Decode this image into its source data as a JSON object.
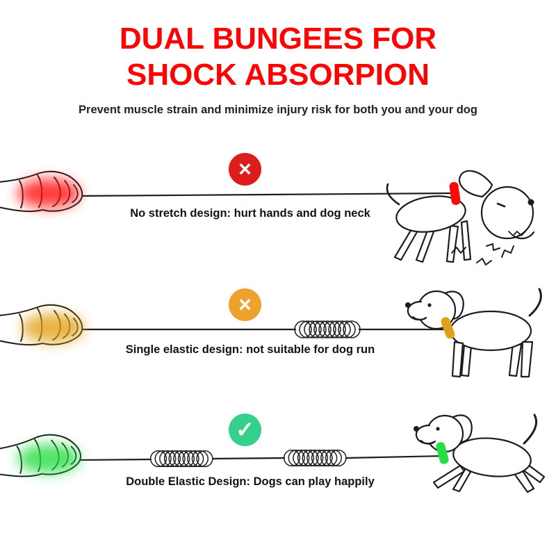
{
  "header": {
    "title_line1": "DUAL BUNGEES FOR",
    "title_line2": "SHOCK ABSORPION",
    "title_color": "#fc0404",
    "subtitle": "Prevent muscle strain and minimize injury risk for both you and your dog",
    "subtitle_color": "#222222"
  },
  "rows": [
    {
      "id": "no-stretch",
      "verdict": "bad",
      "icon_glyph": "×",
      "icon_color": "#dd1c1c",
      "accent": "#ff0707",
      "caption": "No stretch design: hurt hands and dog neck",
      "springs": 0
    },
    {
      "id": "single-elastic",
      "verdict": "bad",
      "icon_glyph": "×",
      "icon_color": "#eea22e",
      "accent": "#e2a018",
      "caption": "Single elastic design: not suitable for dog run",
      "springs": 1
    },
    {
      "id": "double-elastic",
      "verdict": "good",
      "icon_glyph": "✓",
      "icon_color": "#35d08c",
      "accent": "#26dd45",
      "caption": "Double Elastic Design: Dogs can play happily",
      "springs": 2
    }
  ]
}
